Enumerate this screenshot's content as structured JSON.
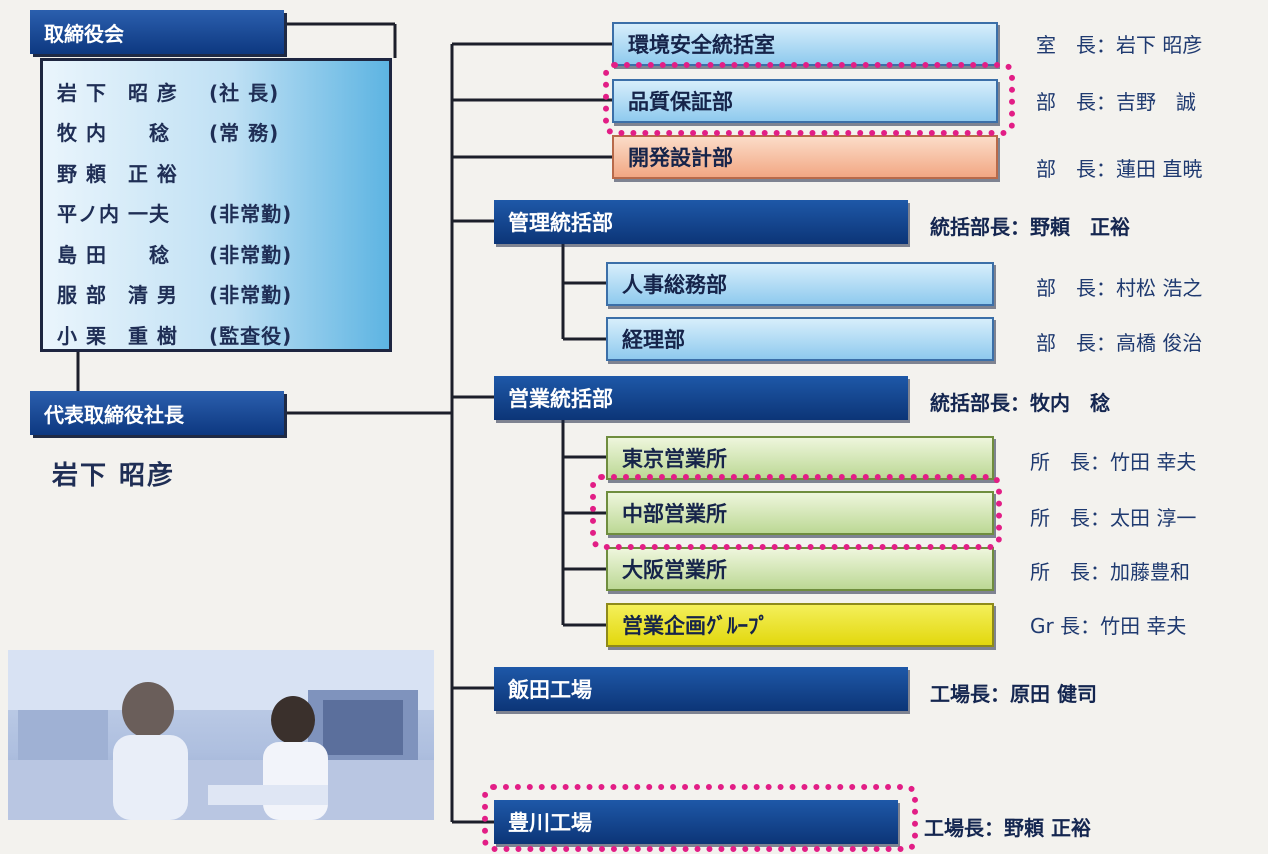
{
  "board": {
    "title": "取締役会",
    "members": [
      {
        "name": "岩 下　昭 彦",
        "role": "(社 長)"
      },
      {
        "name": "牧 内　　稔",
        "role": "(常 務)"
      },
      {
        "name": "野 頼　正 裕",
        "role": ""
      },
      {
        "name": "平ノ内 一夫",
        "role": "(非常勤)"
      },
      {
        "name": "島 田　　稔",
        "role": "(非常勤)"
      },
      {
        "name": "服 部　清 男",
        "role": "(非常勤)"
      },
      {
        "name": "小 栗　重 樹",
        "role": "(監査役)"
      }
    ]
  },
  "president": {
    "title": "代表取締役社長",
    "name": "岩下 昭彦"
  },
  "departments": [
    {
      "label": "環境安全統括室",
      "head": "室　長：岩下 昭彦"
    },
    {
      "label": "品質保証部",
      "head": "部　長：吉野　誠"
    },
    {
      "label": "開発設計部",
      "head": "部　長：蓮田 直暁"
    },
    {
      "label": "管理統括部",
      "head": "統括部長：野頼　正裕"
    },
    {
      "label": "人事総務部",
      "head": "部　長：村松 浩之"
    },
    {
      "label": "経理部",
      "head": "部　長：高橋 俊治"
    },
    {
      "label": "営業統括部",
      "head": "統括部長：牧内　稔"
    },
    {
      "label": "東京営業所",
      "head": "所　長：竹田 幸夫"
    },
    {
      "label": "中部営業所",
      "head": "所　長：太田 淳一"
    },
    {
      "label": "大阪営業所",
      "head": "所　長：加藤豊和"
    },
    {
      "label": "営業企画ｸﾞﾙｰﾌﾟ",
      "head": "Gr 長：竹田 幸夫"
    },
    {
      "label": "飯田工場",
      "head": "工場長：原田 健司"
    },
    {
      "label": "豊川工場",
      "head": "工場長：野頼 正裕"
    }
  ],
  "colors": {
    "navy": "#0c3577",
    "light_blue": "#8fcaee",
    "orange": "#f2a783",
    "green": "#bcd895",
    "yellow": "#e2d80e",
    "highlight": "#e21e86"
  },
  "photo": {
    "icon": "office-photo"
  }
}
